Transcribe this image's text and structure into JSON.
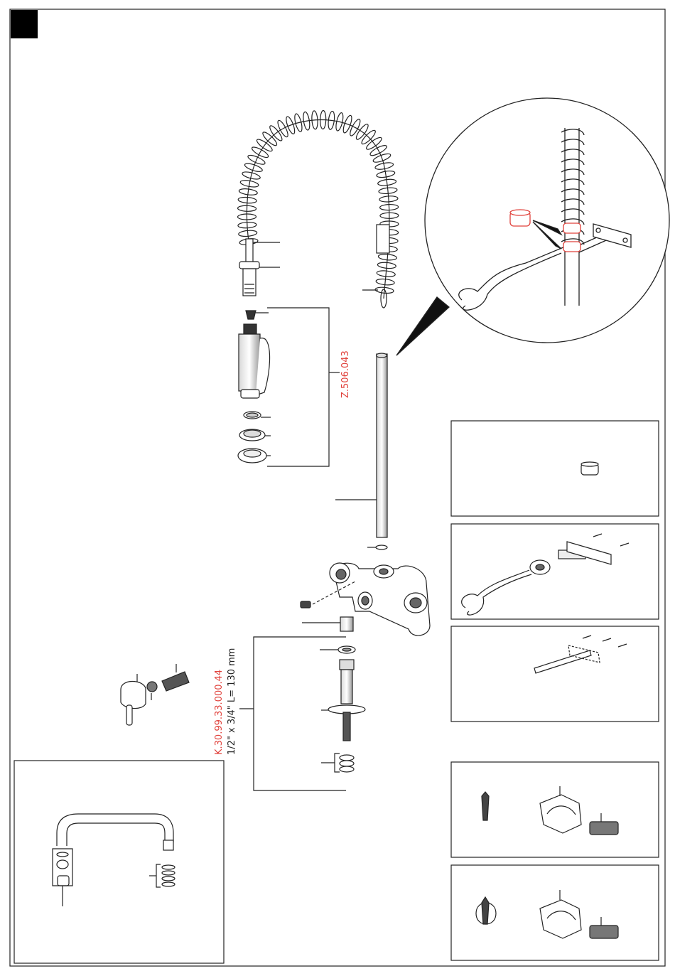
{
  "labels": {
    "spray_code": "Z.506.043",
    "connector_code": "K.30.99.33.000.44",
    "connector_spec": "1/2\" x 3/4\" L= 130 mm"
  },
  "colors": {
    "line": "#222222",
    "accent": "#e0403a",
    "corner_block": "#000000"
  }
}
